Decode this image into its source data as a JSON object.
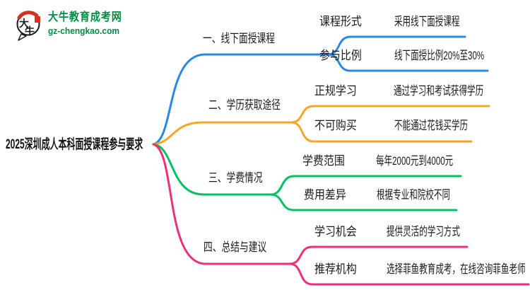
{
  "logo": {
    "site_name": "大牛教育成考网",
    "site_url": "gz-chengkao.com",
    "mark_char_top": "大",
    "mark_char_bottom": "牛",
    "brand_color": "#008c44",
    "seal_color": "#d4301f"
  },
  "root": {
    "title": "2025深圳成人本科面授课程参与要求"
  },
  "branches": [
    {
      "label": "一、线下面授课程",
      "color": "#2b87e9",
      "items": [
        {
          "label": "课程形式",
          "desc": "采用线下面授课程"
        },
        {
          "label": "参与比例",
          "desc": "线下面授比例20%至30%"
        }
      ]
    },
    {
      "label": "二、学历获取途径",
      "color": "#f7a62a",
      "items": [
        {
          "label": "正规学习",
          "desc": "通过学习和考试获得学历"
        },
        {
          "label": "不可购买",
          "desc": "不能通过花钱买学历"
        }
      ]
    },
    {
      "label": "三、学费情况",
      "color": "#00c163",
      "items": [
        {
          "label": "学费范围",
          "desc": "每年2000元到4000元"
        },
        {
          "label": "费用差异",
          "desc": "根据专业和院校不同"
        }
      ]
    },
    {
      "label": "四、总结与建议",
      "color": "#ef2f7d",
      "items": [
        {
          "label": "学习机会",
          "desc": "提供灵活的学习方式"
        },
        {
          "label": "推荐机构",
          "desc": "选择菲鱼教育成考，在线咨询菲鱼老师"
        }
      ]
    }
  ]
}
